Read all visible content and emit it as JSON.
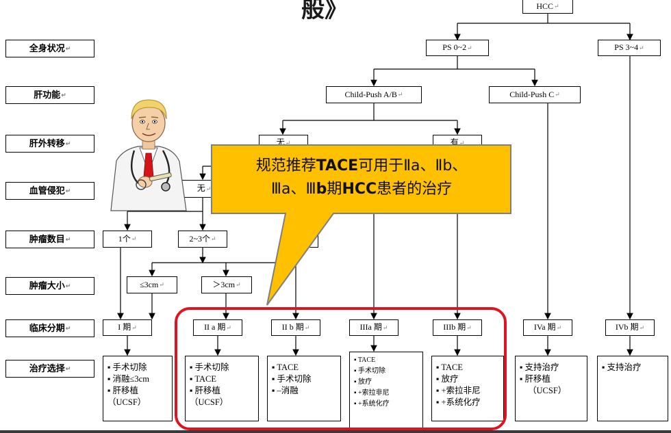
{
  "title": "般》",
  "row_labels": [
    {
      "id": "general",
      "text": "全身状况"
    },
    {
      "id": "liver",
      "text": "肝功能"
    },
    {
      "id": "metastasis",
      "text": "肝外转移"
    },
    {
      "id": "vascular",
      "text": "血管侵犯"
    },
    {
      "id": "count",
      "text": "肿瘤数目"
    },
    {
      "id": "size",
      "text": "肿瘤大小"
    },
    {
      "id": "stage",
      "text": "临床分期"
    },
    {
      "id": "treatment",
      "text": "治疗选择"
    }
  ],
  "nodes": {
    "hcc": "HCC",
    "ps02": "PS 0~2",
    "ps34": "PS 3~4",
    "childab": "Child-Push A/B",
    "childc": "Child-Push C",
    "none1": "无",
    "yes1": "有",
    "none2": "无",
    "one": "1个",
    "two3": "2~3个",
    "le3": "≤3cm",
    "gt3": "＞3cm",
    "s1": "I 期",
    "s2a": "II a 期",
    "s2b": "II b 期",
    "s3a": "IIIa 期",
    "s3b": "IIIb 期",
    "s4a": "IVa 期",
    "s4b": "IVb 期"
  },
  "treatments": {
    "t1": [
      "▪ 手术切除",
      "▪ 消融≤3cm",
      "▪ 肝移植",
      "（UCSF）"
    ],
    "t2a": [
      "▪ 手术切除",
      "▪ TACE",
      "▪ 肝移植",
      "（UCSF）"
    ],
    "t2b": [
      "▪ TACE",
      "▪ 手术切除",
      "▪ –消融"
    ],
    "t3a": [
      "▪ TACE",
      "▪ 手术切除",
      "▪ 放疗",
      "▪ +索拉非尼",
      "▪ +系统化疗"
    ],
    "t3b": [
      "▪ TACE",
      "▪ 放疗",
      "▪ +索拉非尼",
      "▪ +系统化疗"
    ],
    "t4a": [
      "▪ 支持治疗",
      "▪ 肝移植",
      "（UCSF）"
    ],
    "t4b": [
      "▪ 支持治疗"
    ]
  },
  "callout": {
    "line1_pre": "规范推荐",
    "line1_bold": "TACE",
    "line1_post": "可用于Ⅱa、Ⅱb、",
    "line2_pre": "Ⅲa、Ⅲ",
    "line2_bold1": "b",
    "line2_mid": "期",
    "line2_bold2": "HCC",
    "line2_post": "患者的治疗"
  },
  "colors": {
    "callout_fill": "#ffc000",
    "callout_border": "#7f7f7f",
    "highlight_frame": "#e0141e"
  }
}
